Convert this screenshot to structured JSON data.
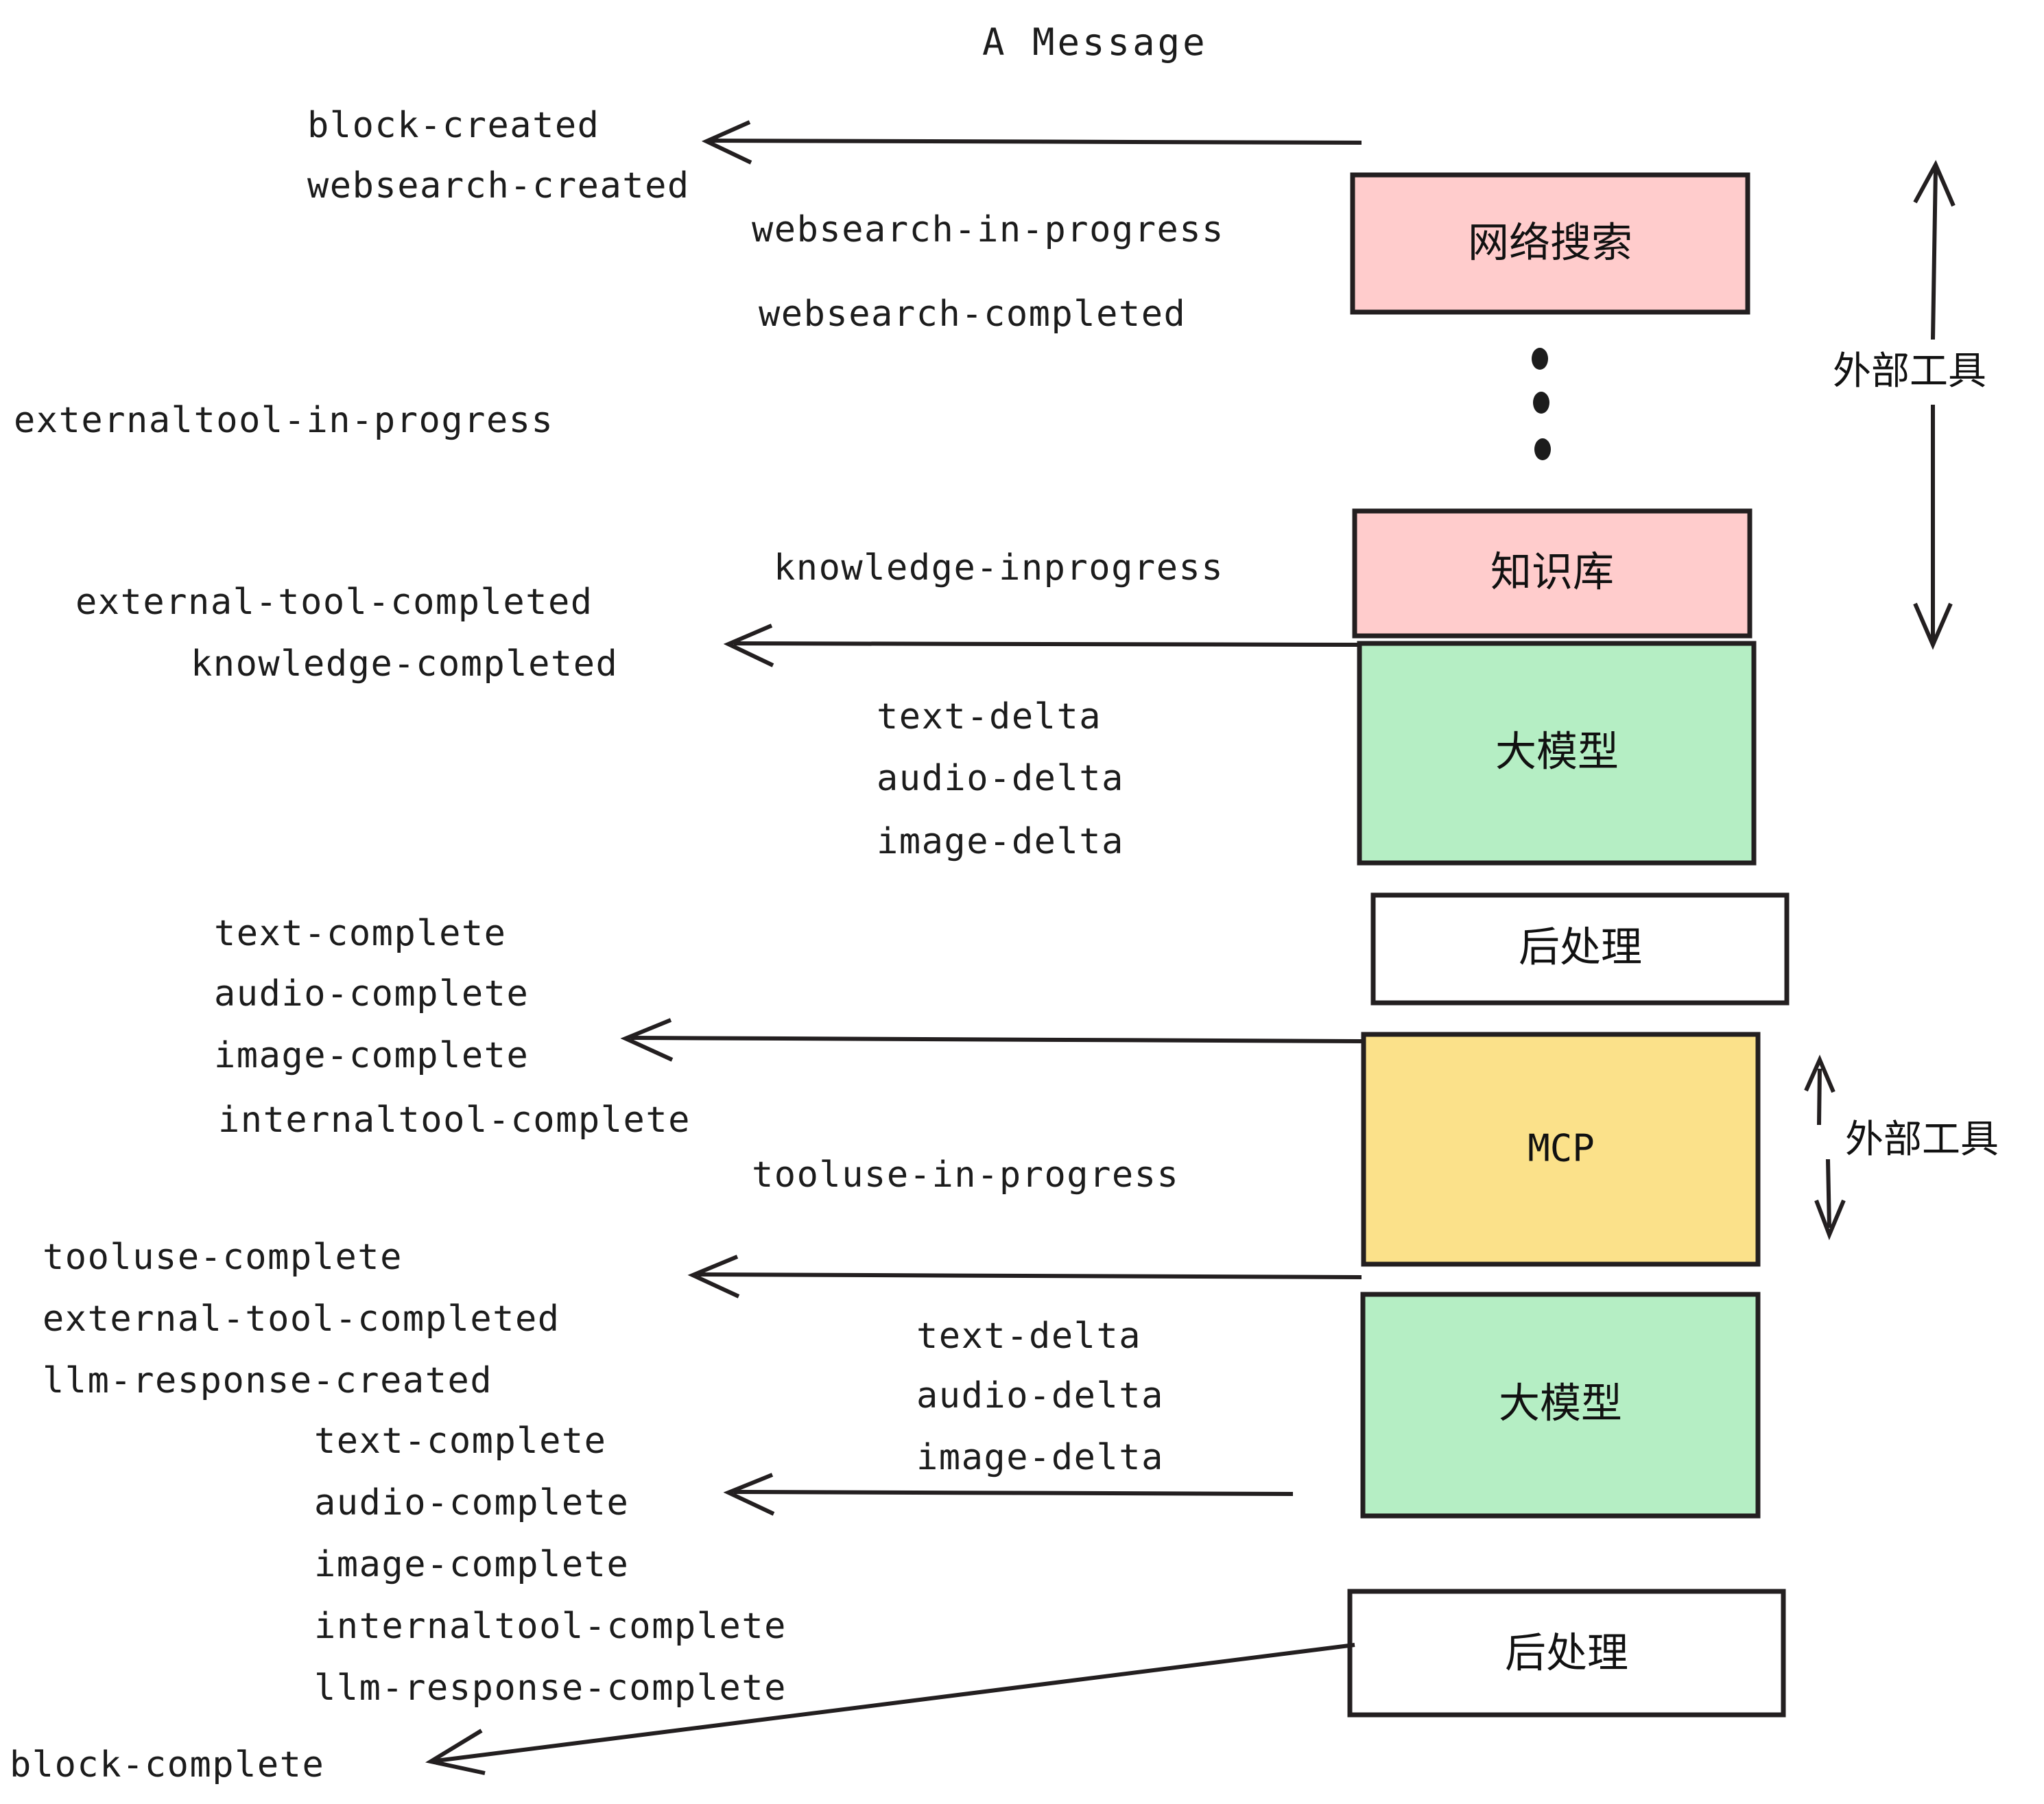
{
  "title": "A Message",
  "colors": {
    "pink": "#FFCCCC",
    "green": "#B5EEC4",
    "yellow": "#FBE18A",
    "white": "#FFFFFF",
    "stroke": "#231f20",
    "text": "#1c1c1c"
  },
  "boxes": [
    {
      "id": "websearch",
      "label": "网络搜索",
      "fill": "#FFCCCC",
      "script": "cjk"
    },
    {
      "id": "knowledge",
      "label": "知识库",
      "fill": "#FFCCCC",
      "script": "cjk"
    },
    {
      "id": "llm-1",
      "label": "大模型",
      "fill": "#B5EEC4",
      "script": "cjk"
    },
    {
      "id": "postproc-1",
      "label": "后处理",
      "fill": "#FFFFFF",
      "script": "cjk"
    },
    {
      "id": "mcp",
      "label": "MCP",
      "fill": "#FBE18A",
      "script": "latin"
    },
    {
      "id": "llm-2",
      "label": "大模型",
      "fill": "#B5EEC4",
      "script": "cjk"
    },
    {
      "id": "postproc-2",
      "label": "后处理",
      "fill": "#FFFFFF",
      "script": "cjk"
    }
  ],
  "side_annotations": [
    {
      "id": "external-tools-top",
      "label": "外部工具"
    },
    {
      "id": "external-tools-bottom",
      "label": "外部工具"
    }
  ],
  "events": [
    {
      "id": "e01",
      "text": "block-created"
    },
    {
      "id": "e02",
      "text": "websearch-created"
    },
    {
      "id": "e03",
      "text": "websearch-in-progress"
    },
    {
      "id": "e04",
      "text": "websearch-completed"
    },
    {
      "id": "e05",
      "text": "externaltool-in-progress"
    },
    {
      "id": "e06",
      "text": "knowledge-inprogress"
    },
    {
      "id": "e07",
      "text": "external-tool-completed"
    },
    {
      "id": "e08",
      "text": "knowledge-completed"
    },
    {
      "id": "e09",
      "text": "text-delta"
    },
    {
      "id": "e10",
      "text": "audio-delta"
    },
    {
      "id": "e11",
      "text": "image-delta"
    },
    {
      "id": "e12",
      "text": "text-complete"
    },
    {
      "id": "e13",
      "text": "audio-complete"
    },
    {
      "id": "e14",
      "text": "image-complete"
    },
    {
      "id": "e15",
      "text": "internaltool-complete"
    },
    {
      "id": "e16",
      "text": "tooluse-in-progress"
    },
    {
      "id": "e17",
      "text": "tooluse-complete"
    },
    {
      "id": "e18",
      "text": "external-tool-completed"
    },
    {
      "id": "e19",
      "text": "llm-response-created"
    },
    {
      "id": "e20",
      "text": "text-delta"
    },
    {
      "id": "e21",
      "text": "audio-delta"
    },
    {
      "id": "e22",
      "text": "image-delta"
    },
    {
      "id": "e23",
      "text": "text-complete"
    },
    {
      "id": "e24",
      "text": "audio-complete"
    },
    {
      "id": "e25",
      "text": "image-complete"
    },
    {
      "id": "e26",
      "text": "internaltool-complete"
    },
    {
      "id": "e27",
      "text": "llm-response-complete"
    },
    {
      "id": "e28",
      "text": "block-complete"
    }
  ],
  "ellipsis": {
    "id": "vertical-ellipsis",
    "dots": 3
  }
}
